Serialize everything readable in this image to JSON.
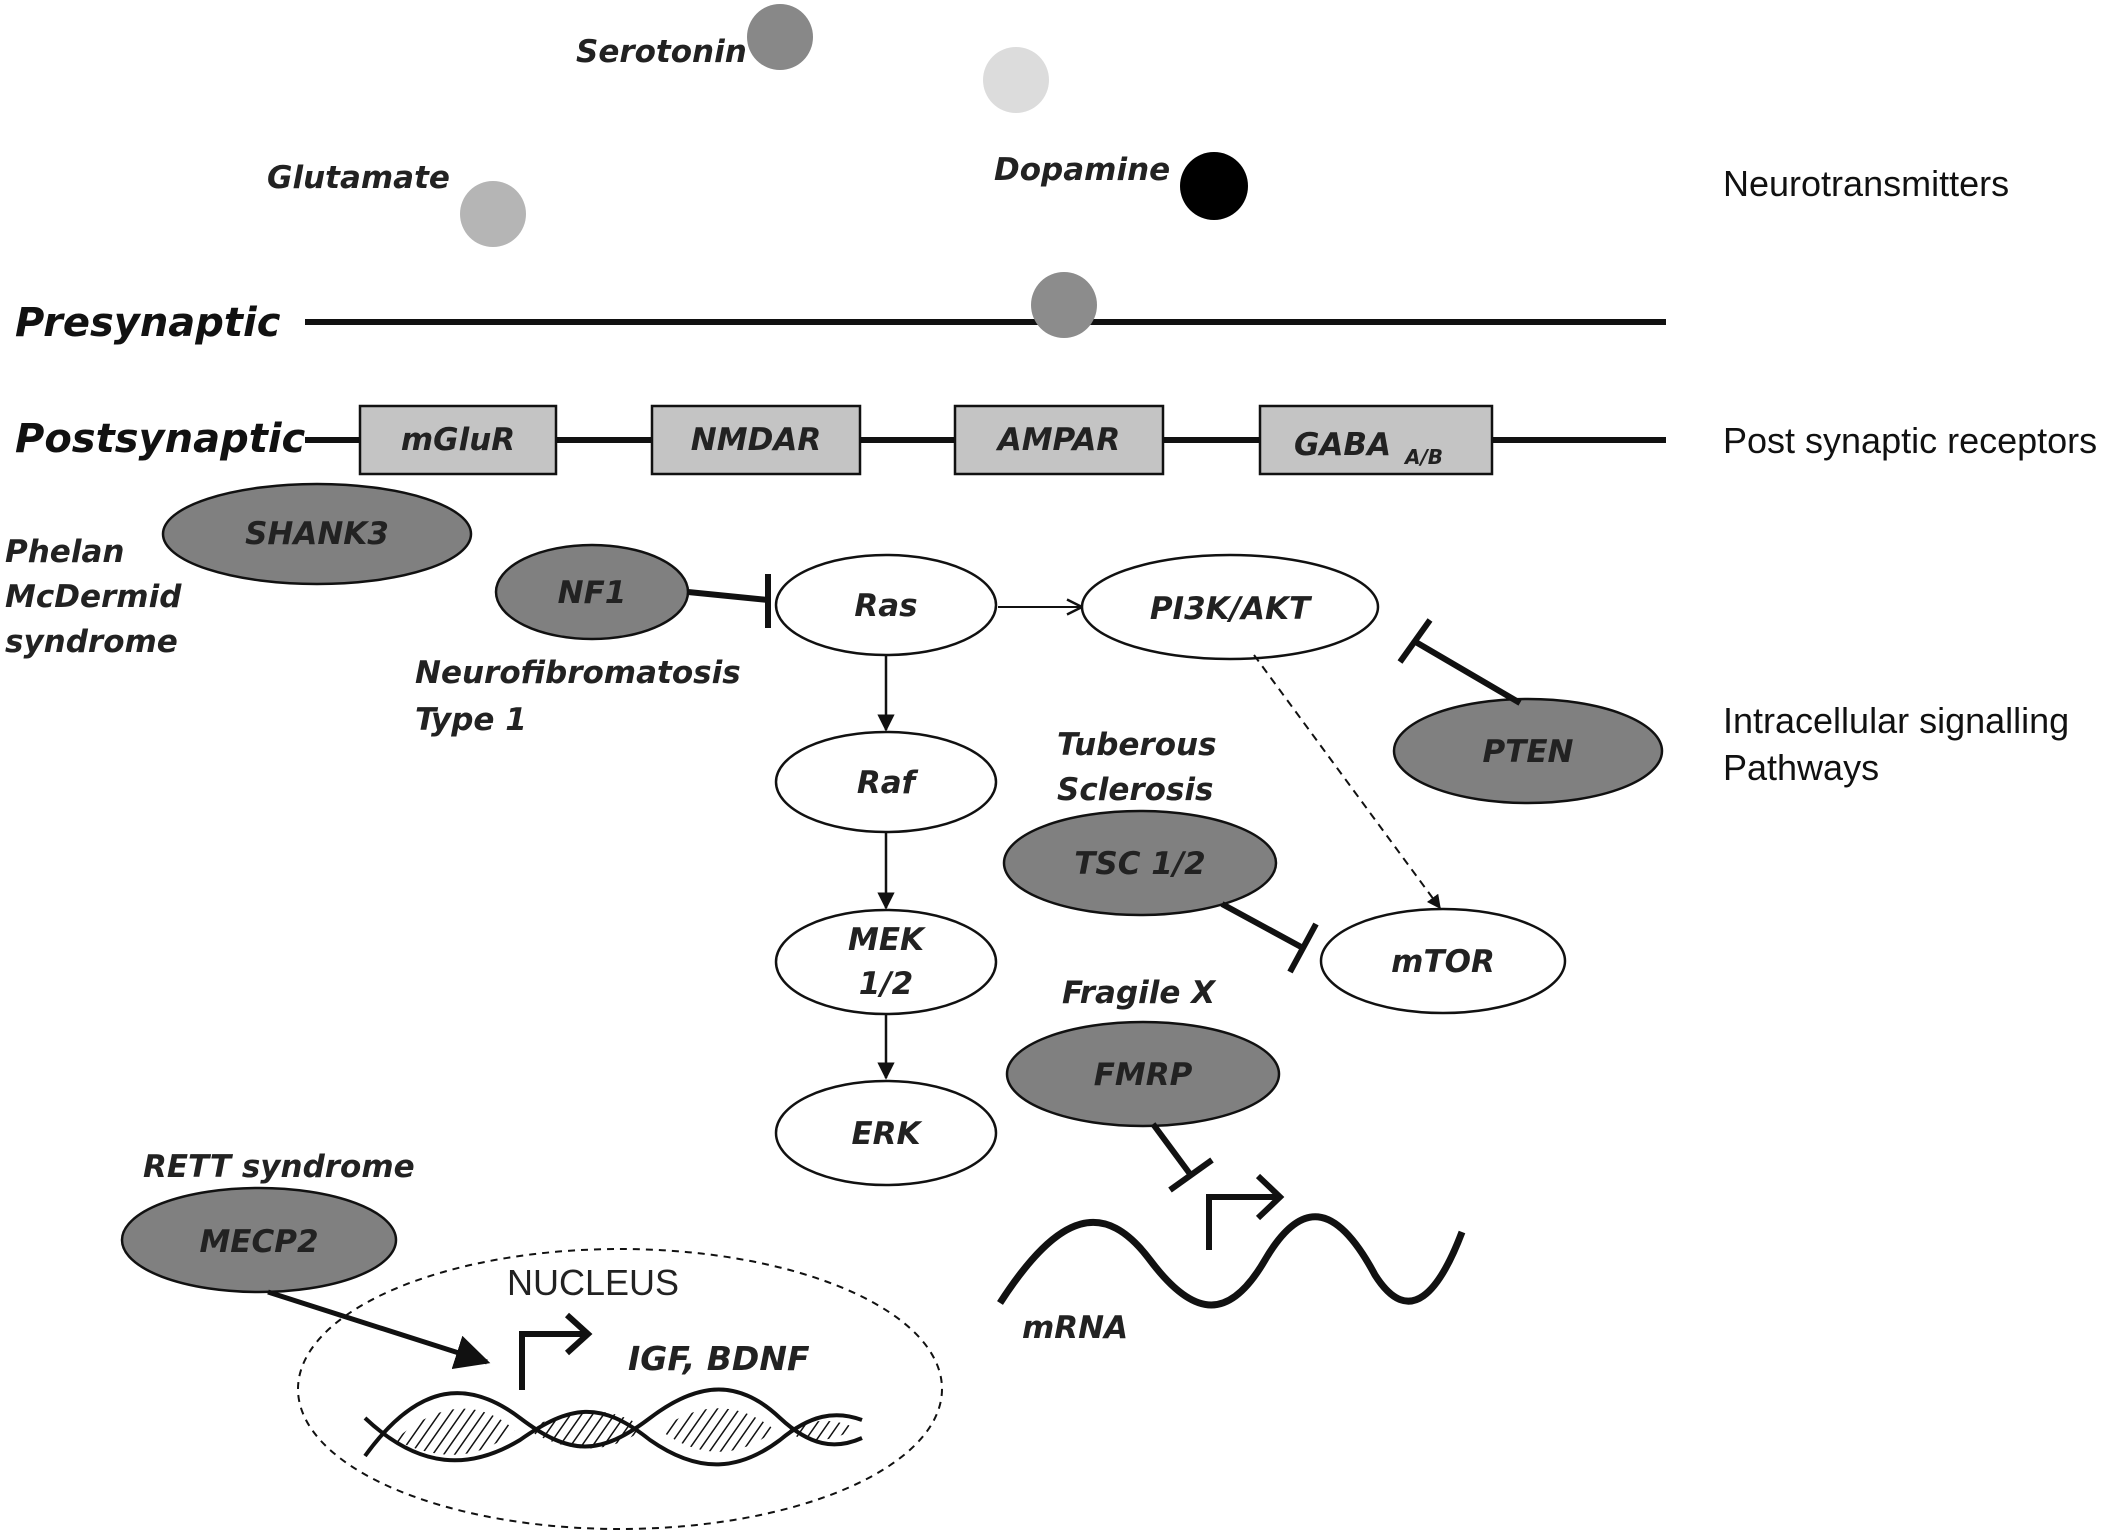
{
  "colors": {
    "serotonin": "#888888",
    "glutamate": "#b5b5b5",
    "dopamine": "#000000",
    "light_dot": "#dcdcdc",
    "presynaptic_dot": "#8c8c8c",
    "receptor_fill": "#c4c4c4",
    "disease_gene_fill": "#808080",
    "pathway_node_fill": "#ffffff",
    "line": "#111111"
  },
  "neurotransmitters": {
    "serotonin": "Serotonin",
    "glutamate": "Glutamate",
    "dopamine": "Dopamine"
  },
  "membranes": {
    "presynaptic": "Presynaptic",
    "postsynaptic": "Postsynaptic"
  },
  "receptors": {
    "mglur": "mGluR",
    "nmdar": "NMDAR",
    "ampar": "AMPAR",
    "gaba": "GABA",
    "gaba_sub": "A/B"
  },
  "genes": {
    "shank3": "SHANK3",
    "nf1": "NF1",
    "pten": "PTEN",
    "tsc": "TSC 1/2",
    "fmrp": "FMRP",
    "mecp2": "MECP2"
  },
  "pathway": {
    "ras": "Ras",
    "pi3k": "PI3K/AKT",
    "raf": "Raf",
    "mek_line1": "MEK",
    "mek_line2": "1/2",
    "erk": "ERK",
    "mtor": "mTOR"
  },
  "syndromes": {
    "phelan_1": "Phelan",
    "phelan_2": "McDermid",
    "phelan_3": "syndrome",
    "nf_1": "Neurofibromatosis",
    "nf_2": "Type 1",
    "ts_1": "Tuberous",
    "ts_2": "Sclerosis",
    "fragile_x": "Fragile X",
    "rett": "RETT syndrome"
  },
  "nucleus": {
    "label": "NUCLEUS",
    "targets": "IGF, BDNF"
  },
  "mrna": "mRNA",
  "side_labels": {
    "neurotransmitters": "Neurotransmitters",
    "receptors": "Post synaptic receptors",
    "signalling_1": "Intracellular signalling",
    "signalling_2": "Pathways"
  }
}
